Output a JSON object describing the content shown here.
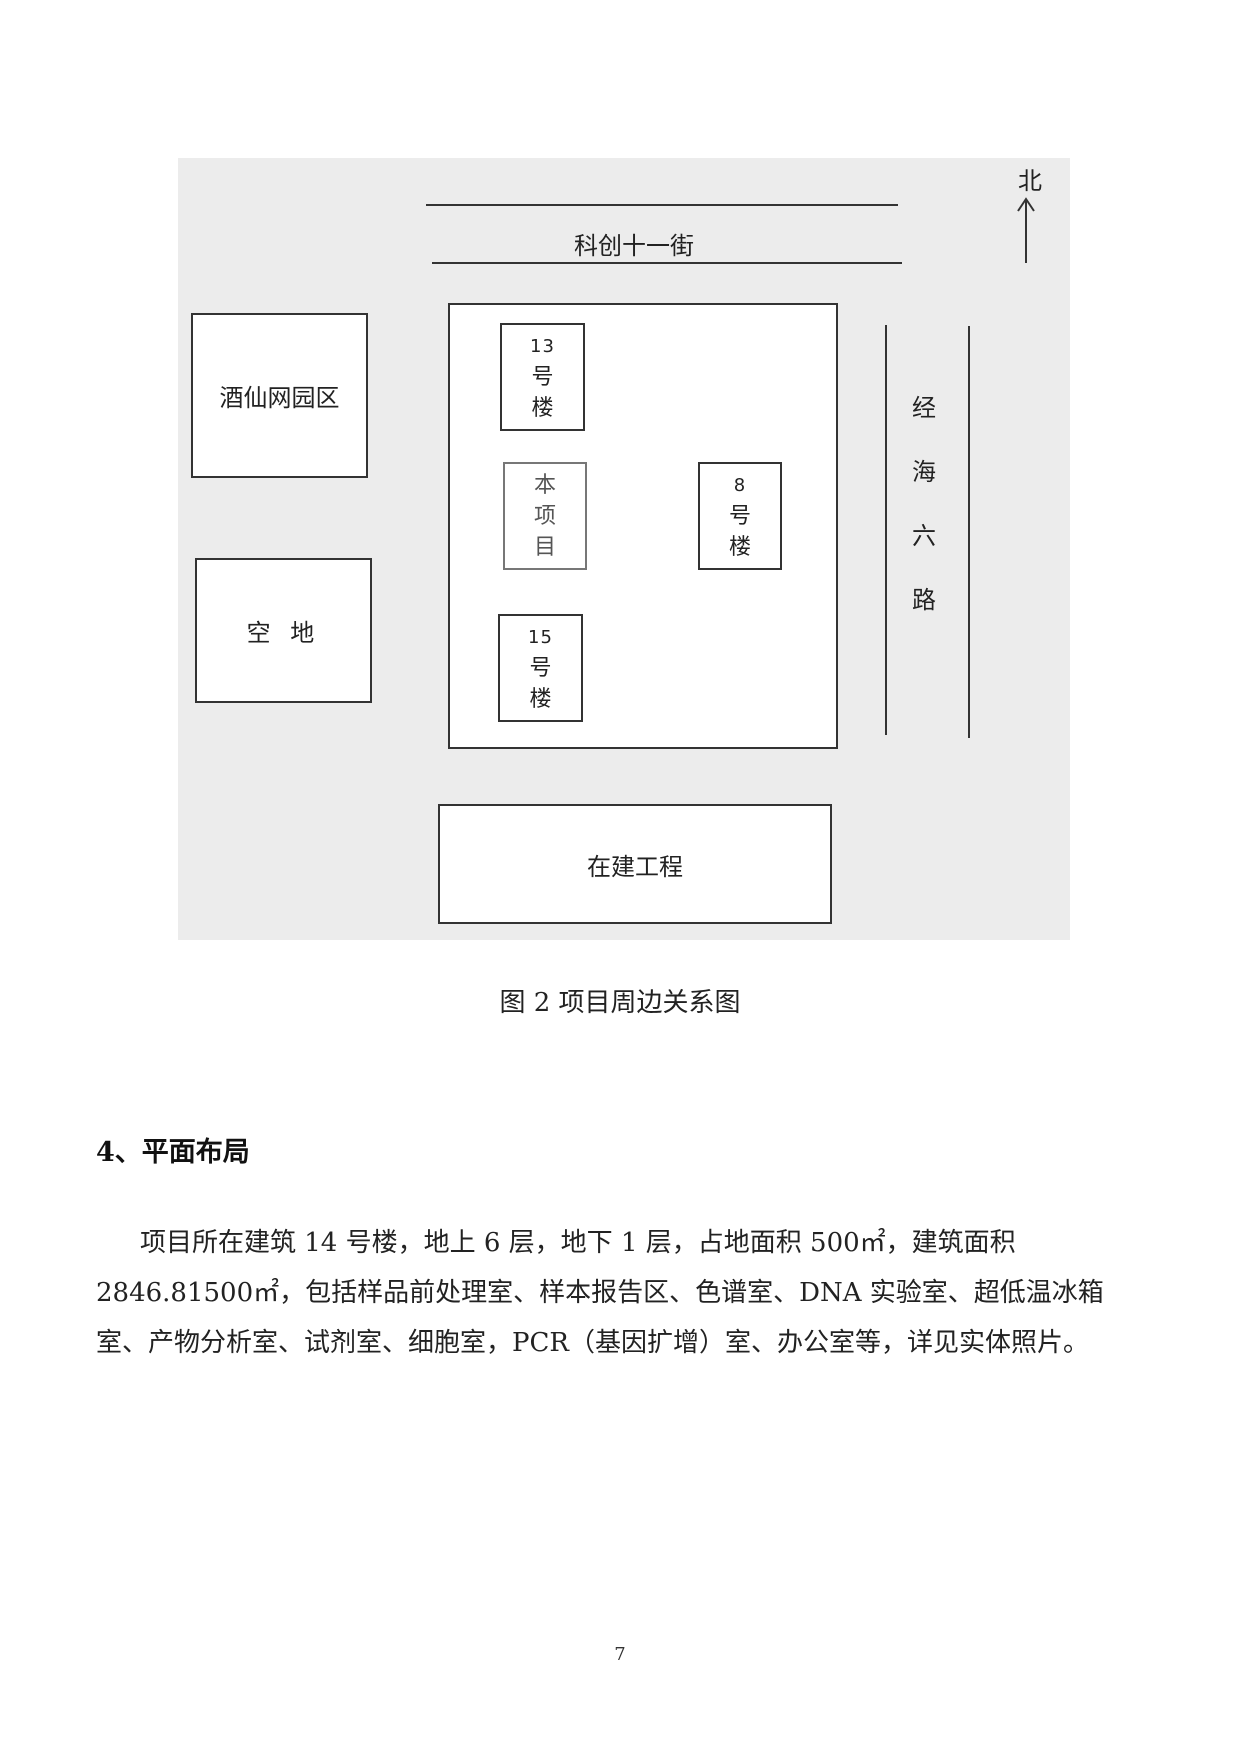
{
  "figure": {
    "street_top": "科创十一街",
    "road_right": [
      "经",
      "海",
      "六",
      "路"
    ],
    "north": "北",
    "west_park": "酒仙网园区",
    "empty_lot": "空 地",
    "building_13": {
      "num": "13",
      "chars": [
        "号",
        "楼"
      ]
    },
    "this_project": [
      "本",
      "项",
      "目"
    ],
    "building_8": {
      "num": "8",
      "chars": [
        "号",
        "楼"
      ]
    },
    "building_15": {
      "num": "15",
      "chars": [
        "号",
        "楼"
      ]
    },
    "construction": "在建工程"
  },
  "caption": "图 2 项目周边关系图",
  "section_heading": "4、平面布局",
  "paragraph": "项目所在建筑 14 号楼，地上 6 层，地下 1 层，占地面积 500㎡，建筑面积 2846.81500㎡，包括样品前处理室、样本报告区、色谱室、DNA 实验室、超低温冰箱室、产物分析室、试剂室、细胞室，PCR（基因扩增）室、办公室等，详见实体照片。",
  "page_number": "7"
}
